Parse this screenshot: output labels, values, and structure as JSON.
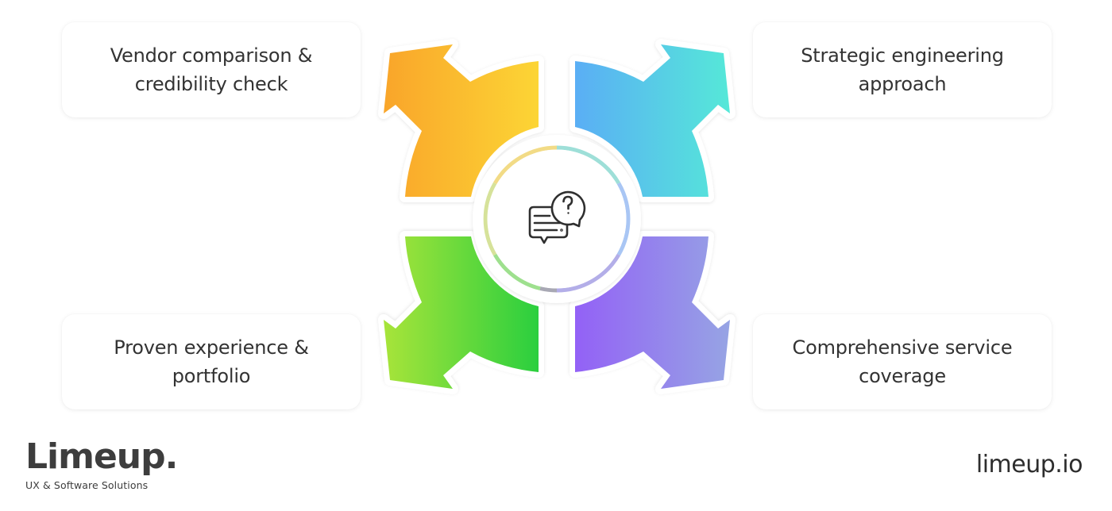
{
  "diagram": {
    "center_icon": "chat-bubbles-question-icon",
    "center_ring_colors": [
      "#F8D878",
      "#7FE0D4",
      "#B6B4F4",
      "#A8A8B8",
      "#8EE07A"
    ],
    "arrows": [
      {
        "position": "top-left",
        "direction": "up-left",
        "gradient": [
          "#F9A52A",
          "#FCD535"
        ]
      },
      {
        "position": "top-right",
        "direction": "up-right",
        "gradient": [
          "#5AAEF5",
          "#55E8D8"
        ]
      },
      {
        "position": "bottom-left",
        "direction": "down-left",
        "gradient": [
          "#A8E43A",
          "#2ACF3E"
        ]
      },
      {
        "position": "bottom-right",
        "direction": "down-right",
        "gradient": [
          "#9361F6",
          "#96A4E4"
        ]
      }
    ]
  },
  "cards": {
    "top_left": {
      "label": "Vendor comparison & credibility check"
    },
    "top_right": {
      "label": "Strategic engineering approach"
    },
    "bottom_left": {
      "label": "Proven experience & portfolio"
    },
    "bottom_right": {
      "label": "Comprehensive service coverage"
    }
  },
  "footer": {
    "logo_word": "Limeup.",
    "logo_tagline": "UX & Software Solutions",
    "website": "limeup.io"
  }
}
